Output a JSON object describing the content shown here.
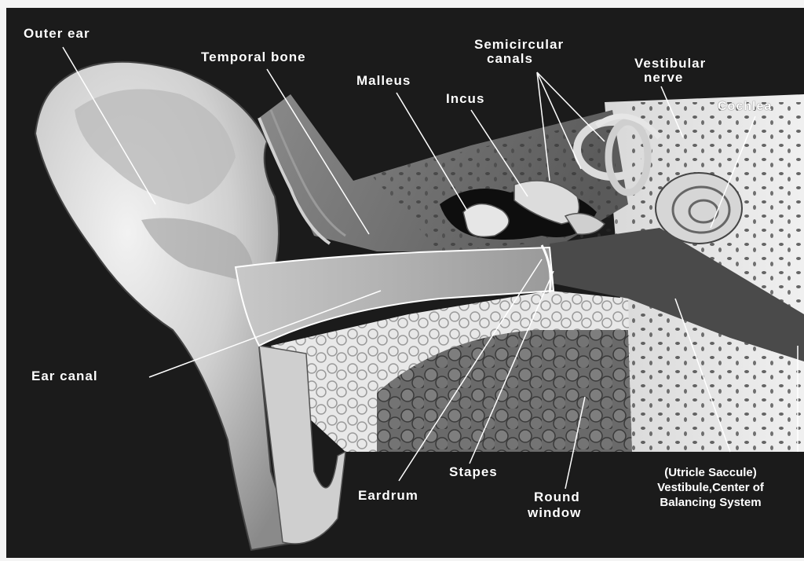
{
  "diagram": {
    "colors": {
      "background": "#1b1b1b",
      "paper": "#f4f4f4",
      "skin_light": "#e2e2e2",
      "skin_mid": "#b9b9b9",
      "bone": "#7d7d7d",
      "dark": "#2a2a2a",
      "label_text": "#ffffff"
    },
    "labels": {
      "outer_ear": "Outer ear",
      "temporal_bone": "Temporal bone",
      "malleus": "Malleus",
      "incus": "Incus",
      "semicircular_line1": "Semicircular",
      "semicircular_line2": "canals",
      "vestibular_line1": "Vestibular",
      "vestibular_line2": "nerve",
      "cochlea": "Cochlea",
      "ear_canal": "Ear canal",
      "eardrum": "Eardrum",
      "stapes": "Stapes",
      "round_window_line1": "Round",
      "round_window_line2": "window",
      "caption_line1": "(Utricle Saccule)",
      "caption_line2": "Vestibule,Center of",
      "caption_line3": "Balancing System"
    }
  }
}
